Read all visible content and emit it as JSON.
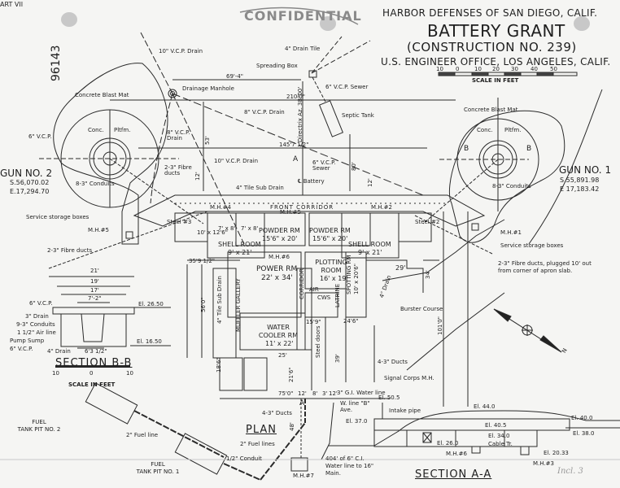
{
  "header": {
    "part_label": "ART VII",
    "sheet_number": "96143",
    "stamp": "CONFIDENTIAL",
    "title_line1": "HARBOR  DEFENSES OF SAN DIEGO, CALIF.",
    "title_line2": "BATTERY GRANT",
    "title_line3": "(CONSTRUCTION NO. 239)",
    "title_line4": "U.S. ENGINEER OFFICE, LOS ANGELES, CALIF.",
    "scale": {
      "ticks": [
        "10",
        "0",
        "10",
        "20",
        "30",
        "40",
        "50"
      ],
      "label": "SCALE IN FEET"
    }
  },
  "guns": [
    {
      "name": "GUN NO. 2",
      "northing": "S.56,070.02",
      "easting": "E.17,294.70"
    },
    {
      "name": "GUN NO. 1",
      "northing": "S.55,891.98",
      "easting": "E 17,183.42"
    }
  ],
  "labels": {
    "drain_10vcp_top": "10\" V.C.P. Drain",
    "drain_tile": "4\" Drain Tile",
    "spreading_box": "Spreading Box",
    "sewer_6vcp": "6\" V.C.P. Sewer",
    "septic_tank": "Septic Tank",
    "drainage_manhole": "Drainage Manhole",
    "blast_mat_left": "Concrete Blast Mat",
    "blast_mat_right": "Concrete Blast Mat",
    "drain_8vcp_diag": "8\" V.C.P. Drain",
    "drain_8vcp_vert": "8\" V.C.P. Drain",
    "drain_10vcp_mid": "10\" V.C.P. Drain",
    "vcp_6_left": "6\" V.C.P.",
    "conc_pltfm": "Conc.",
    "pltfm": "Pltfm.",
    "conduits_left": "8-3\" Conduits",
    "conduits_right": "8-3\" Conduits",
    "fibre_ducts_top": "2-3\" Fibre ducts",
    "fibre_ducts_left": "2-3\" Fibre ducts",
    "fibre_ducts_right": "2-3\" Fibre ducts, plugged 10' out from corner of apron slab.",
    "service_boxes_left": "Service storage boxes",
    "service_boxes_right": "Service storage boxes",
    "mh5": "M.H.#5",
    "mh1": "M.H.#1",
    "sewer_6vcp_mid": "6\" V.C.P. Sewer",
    "battery_cl": "℄ Battery",
    "tile_sub_drain": "4\" Tile Sub Drain",
    "directrix": "Directrix Az. 38°00'",
    "section_b_marker": "B",
    "section_a_marker": "A",
    "front_corridor": "FRONT      CORRIDOR",
    "burster_course": "Burster Course",
    "ducts_4_3": "4-3\" Ducts",
    "signal_corps_mh": "Signal Corps M.H.",
    "gi_water_line": "3\" G.I. Water line",
    "tile_sub_drain_vert": "4\" Tile Sub Drain",
    "drain_4_vert": "4\" Drain",
    "steel_doors": "Steel doors",
    "fuel_lines": "2\" Fuel lines",
    "fuel_line": "2\" Fuel line",
    "conduit_half": "1/2\" Conduit",
    "fuel_pit2": "FUEL\nTANK PIT NO. 2",
    "fuel_pit1": "FUEL\nTANK PIT NO. 1",
    "ducts_4_3_bottom": "4-3\" Ducts",
    "mh7": "M.H.#7",
    "w_line": "W. line \"B\" Ave.",
    "water_line_404": "404' of 6\" C.I. Water line to 16\" Main.",
    "plan_title": "PLAN",
    "handwritten": "Incl. 3"
  },
  "rooms": [
    {
      "name": "SHELL ROOM",
      "size": "9' x 21'"
    },
    {
      "name": "POWDER RM",
      "size": "15'6\" x 20'"
    },
    {
      "name": "POWDER RM",
      "size": "15'6\" x 20'"
    },
    {
      "name": "SHELL ROOM",
      "size": "9' x 21'"
    },
    {
      "name": "POWER RM",
      "size": "22' x 34'"
    },
    {
      "name": "PLOTTING ROOM",
      "size": "16' x 19'"
    },
    {
      "name": "WATER COOLER RM",
      "size": "11' x 22'"
    },
    {
      "name": "MUFFLER GALLERY",
      "size": ""
    },
    {
      "name": "CORRIDOR",
      "size": ""
    },
    {
      "name": "SPOTTING RM",
      "size": "10' x 20'6\""
    },
    {
      "name": "AIR",
      "size": ""
    },
    {
      "name": "CWS",
      "size": ""
    },
    {
      "name": "LATRINE",
      "size": ""
    }
  ],
  "small_rooms": [
    "7' x 8'",
    "7' x 8'",
    "10' x 12'6\"",
    "Steel #3",
    "Steel #2"
  ],
  "manholes_plan": [
    "M.H.#4",
    "M.H.#5",
    "M.H.#6",
    "M.H.#2"
  ],
  "dimensions": {
    "d_69_4": "69'-4\"",
    "d_210": "210'0\"",
    "d_145_7": "145'7 1/2\"",
    "d_53": "53'",
    "d_80": "80'",
    "d_12_left": "12'",
    "d_12_right": "12'",
    "d_35_9": "35'9 1/2\"",
    "d_29": "29'",
    "d_34": "34'",
    "d_56": "56'0\"",
    "d_101": "101'0\"",
    "d_24_6": "24'6\"",
    "d_15_9": "15'9\"",
    "d_25": "25'",
    "d_39": "39'",
    "d_18_6": "18'6\"",
    "d_21_6": "21'6\"",
    "d_75": "75'0\"",
    "d_12b": "12'",
    "d_8": "8'",
    "d_3": "3'",
    "d_12c": "12'",
    "d_48": "48'"
  },
  "section_bb": {
    "title": "SECTION B-B",
    "scale_ticks": [
      "10",
      "0",
      "10"
    ],
    "scale_label": "SCALE IN FEET",
    "dims": [
      "21'",
      "19'",
      "17'",
      "7'-2\"",
      "6'3 1/2\""
    ],
    "elevations": [
      "El. 26.50",
      "El. 16.50"
    ],
    "labels": [
      "6\" V.C.P.",
      "3\" Drain",
      "9-3\" Conduits",
      "1 1/2\" Air line",
      "Pump Sump",
      "6\" V.C.P.",
      "4\" Drain"
    ]
  },
  "section_aa": {
    "title": "SECTION A-A",
    "elevations": [
      "El. 50.5",
      "El. 44.0",
      "El. 40.0",
      "El. 37.0",
      "El. 40.5",
      "El. 38.0",
      "El. 34.0",
      "El. 26.0",
      "El. 20.33"
    ],
    "labels": [
      "Intake pipe",
      "Cable Tr.",
      "M.H.#6",
      "M.H.#3"
    ]
  },
  "north_arrow": {
    "label": "N"
  }
}
